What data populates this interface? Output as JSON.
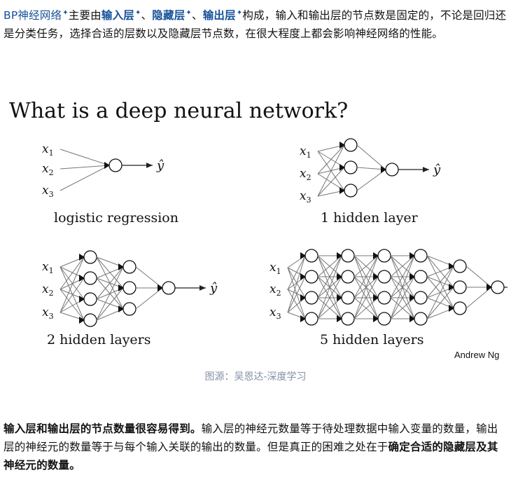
{
  "intro": {
    "prefix": "BP神经网络",
    "t1": "主要由",
    "input_layer": "输入层",
    "sep1": "、",
    "hidden_layer": "隐藏层",
    "sep2": "、",
    "output_layer": "输出层",
    "rest": "构成，输入和输出层的节点数是固定的，不论是回归还是分类任务，选择合适的层数以及隐藏层节点数，在很大程度上都会影响神经网络的性能。",
    "star": "✦"
  },
  "figure": {
    "title": "What is a deep neural network?",
    "inputs": [
      "x",
      "x",
      "x"
    ],
    "subscripts": [
      "1",
      "2",
      "3"
    ],
    "output": "ŷ",
    "captions": [
      "logistic regression",
      "1 hidden layer",
      "2 hidden layers",
      "5 hidden layers"
    ],
    "credit": "Andrew Ng"
  },
  "caption": "图源：吴恩达-深度学习",
  "body": {
    "bold1": "输入层和输出层的节点数量很容易得到。",
    "text": "输入层的神经元数量等于待处理数据中输入变量的数量，输出层的神经元的数量等于与每个输入关联的输出的数量。但是真正的困难之处在于",
    "bold2": "确定合适的隐藏层及其神经元的数量。"
  }
}
